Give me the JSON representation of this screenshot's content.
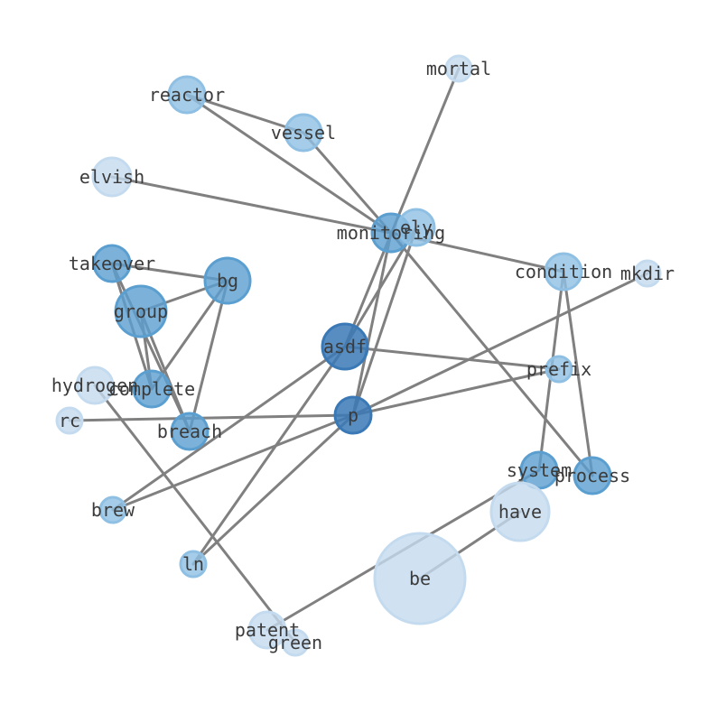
{
  "colors": {
    "dark": "#3a79b6",
    "mid": "#5b9fd0",
    "light": "#8fc0e3",
    "pale": "#c4dbef",
    "edge": "#808080",
    "label": "#3b3b3b"
  },
  "nodes": [
    {
      "id": "mortal",
      "label": "mortal",
      "tone": "pale"
    },
    {
      "id": "reactor",
      "label": "reactor",
      "tone": "light"
    },
    {
      "id": "vessel",
      "label": "vessel",
      "tone": "light"
    },
    {
      "id": "elvish",
      "label": "elvish",
      "tone": "pale"
    },
    {
      "id": "monitoring",
      "label": "monitoring",
      "tone": "mid"
    },
    {
      "id": "ely",
      "label": "ely",
      "tone": "light"
    },
    {
      "id": "condition",
      "label": "condition",
      "tone": "light"
    },
    {
      "id": "mkdir",
      "label": "mkdir",
      "tone": "pale"
    },
    {
      "id": "takeover",
      "label": "takeover",
      "tone": "mid"
    },
    {
      "id": "bg",
      "label": "bg",
      "tone": "mid"
    },
    {
      "id": "group",
      "label": "group",
      "tone": "mid"
    },
    {
      "id": "asdf",
      "label": "asdf",
      "tone": "dark"
    },
    {
      "id": "prefix",
      "label": "prefix",
      "tone": "light"
    },
    {
      "id": "hydrogen",
      "label": "hydrogen",
      "tone": "pale"
    },
    {
      "id": "complete",
      "label": "complete",
      "tone": "mid"
    },
    {
      "id": "rc",
      "label": "rc",
      "tone": "pale"
    },
    {
      "id": "breach",
      "label": "breach",
      "tone": "mid"
    },
    {
      "id": "p",
      "label": "p",
      "tone": "dark"
    },
    {
      "id": "system",
      "label": "system",
      "tone": "mid"
    },
    {
      "id": "process",
      "label": "process",
      "tone": "mid"
    },
    {
      "id": "have",
      "label": "have",
      "tone": "pale"
    },
    {
      "id": "brew",
      "label": "brew",
      "tone": "light"
    },
    {
      "id": "be",
      "label": "be",
      "tone": "pale"
    },
    {
      "id": "ln",
      "label": "ln",
      "tone": "light"
    },
    {
      "id": "patent",
      "label": "patent",
      "tone": "pale"
    },
    {
      "id": "green",
      "label": "green",
      "tone": "pale"
    }
  ],
  "edges": [
    [
      "reactor",
      "vessel"
    ],
    [
      "reactor",
      "monitoring"
    ],
    [
      "vessel",
      "monitoring"
    ],
    [
      "elvish",
      "monitoring"
    ],
    [
      "mortal",
      "asdf"
    ],
    [
      "monitoring",
      "condition"
    ],
    [
      "monitoring",
      "process"
    ],
    [
      "ely",
      "asdf"
    ],
    [
      "ely",
      "p"
    ],
    [
      "monitoring",
      "p"
    ],
    [
      "condition",
      "system"
    ],
    [
      "condition",
      "process"
    ],
    [
      "takeover",
      "bg"
    ],
    [
      "takeover",
      "complete"
    ],
    [
      "takeover",
      "breach"
    ],
    [
      "group",
      "bg"
    ],
    [
      "group",
      "complete"
    ],
    [
      "group",
      "breach"
    ],
    [
      "bg",
      "breach"
    ],
    [
      "bg",
      "complete"
    ],
    [
      "asdf",
      "prefix"
    ],
    [
      "asdf",
      "brew"
    ],
    [
      "asdf",
      "ln"
    ],
    [
      "p",
      "prefix"
    ],
    [
      "p",
      "mkdir"
    ],
    [
      "p",
      "rc"
    ],
    [
      "p",
      "brew"
    ],
    [
      "p",
      "ln"
    ],
    [
      "hydrogen",
      "green"
    ],
    [
      "system",
      "patent"
    ],
    [
      "have",
      "be"
    ]
  ]
}
